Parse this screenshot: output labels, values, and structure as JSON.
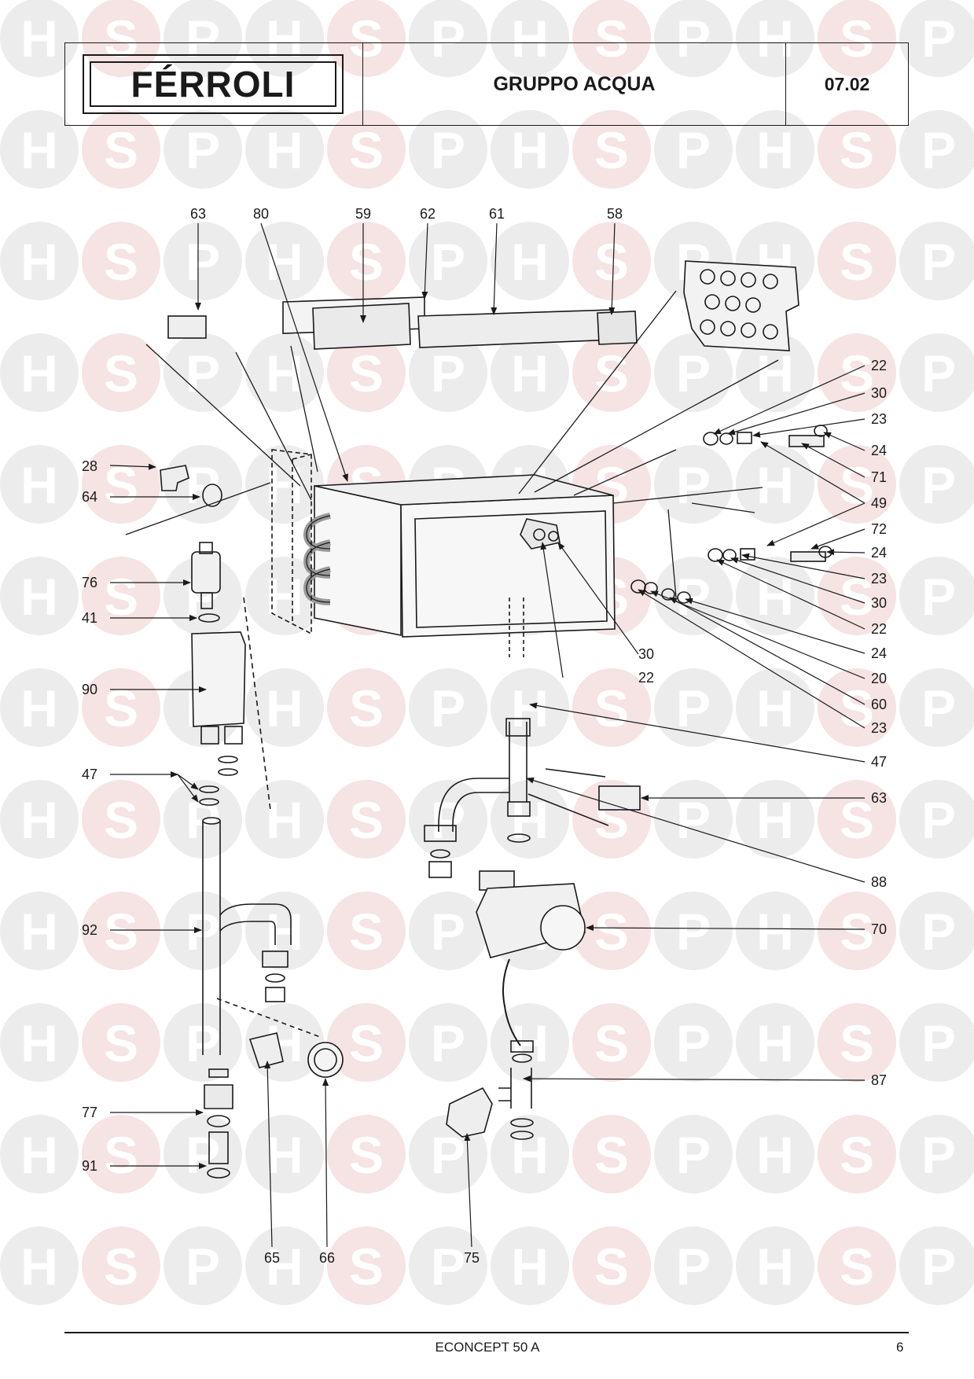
{
  "header": {
    "logo_text": "FÉRROLI",
    "title": "GRUPPO ACQUA",
    "code": "07.02"
  },
  "footer": {
    "model": "ECONCEPT 50 A",
    "page": "6"
  },
  "watermark": {
    "letters": [
      "H",
      "S",
      "P"
    ],
    "colors": {
      "circle": "#ececec",
      "circle_alt": "#f6e3e3",
      "letter": "#ffffff"
    }
  },
  "callouts": {
    "c63a": "63",
    "c80": "80",
    "c59": "59",
    "c62": "62",
    "c61": "61",
    "c58": "58",
    "c28": "28",
    "c64": "64",
    "c76": "76",
    "c41": "41",
    "c90": "90",
    "c47a": "47",
    "c92": "92",
    "c77": "77",
    "c91": "91",
    "c65": "65",
    "c66": "66",
    "c75": "75",
    "c22a": "22",
    "c30a": "30",
    "c23a": "23",
    "c24a": "24",
    "c71": "71",
    "c49": "49",
    "c72": "72",
    "c24b": "24",
    "c23b": "23",
    "c30b": "30",
    "c22b": "22",
    "c24c": "24",
    "c20": "20",
    "c60": "60",
    "c23c": "23",
    "c30c": "30",
    "c22c": "22",
    "c47b": "47",
    "c63b": "63",
    "c88": "88",
    "c70": "70",
    "c87": "87"
  }
}
